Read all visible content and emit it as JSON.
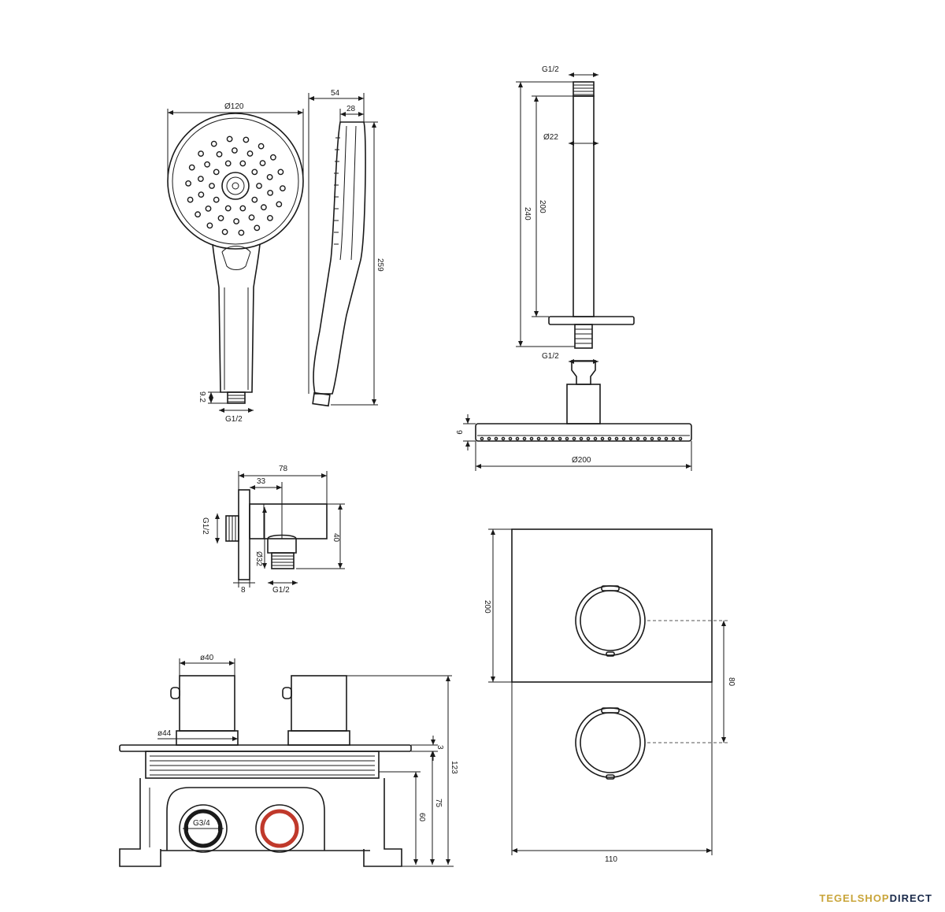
{
  "hand_shower": {
    "diameter_label": "Ø120",
    "thread_label": "G1/2",
    "thread_height_label": "9.2",
    "depth_label": "54",
    "head_depth_label": "28",
    "length_label": "259"
  },
  "shower_arm": {
    "thread_top_label": "G1/2",
    "tube_diameter_label": "Ø22",
    "tube_length_label": "200",
    "overall_length_label": "240",
    "thread_bottom_label": "G1/2",
    "head_thickness_label": "9",
    "head_diameter_label": "Ø200"
  },
  "wall_outlet": {
    "overall_label": "78",
    "offset_label": "33",
    "thread_label": "G1/2",
    "height_label": "40",
    "diameter_label": "Ø32",
    "plate_label": "8",
    "outlet_thread_label": "G1/2"
  },
  "mixer_box": {
    "knob_diameter_label": "ø40",
    "rosette_diameter_label": "ø44",
    "plate_thickness_label": "3",
    "total_height_label": "123",
    "box_height_label": "75",
    "connection_height_label": "60",
    "connection_label": "G3/4",
    "hot_connection_color": "#c0392b"
  },
  "cover_plate": {
    "height_label": "200",
    "knob_spacing_label": "80",
    "width_label": "110"
  },
  "brand": {
    "part1": "TEGELSHOP",
    "part2": "DIRECT"
  }
}
